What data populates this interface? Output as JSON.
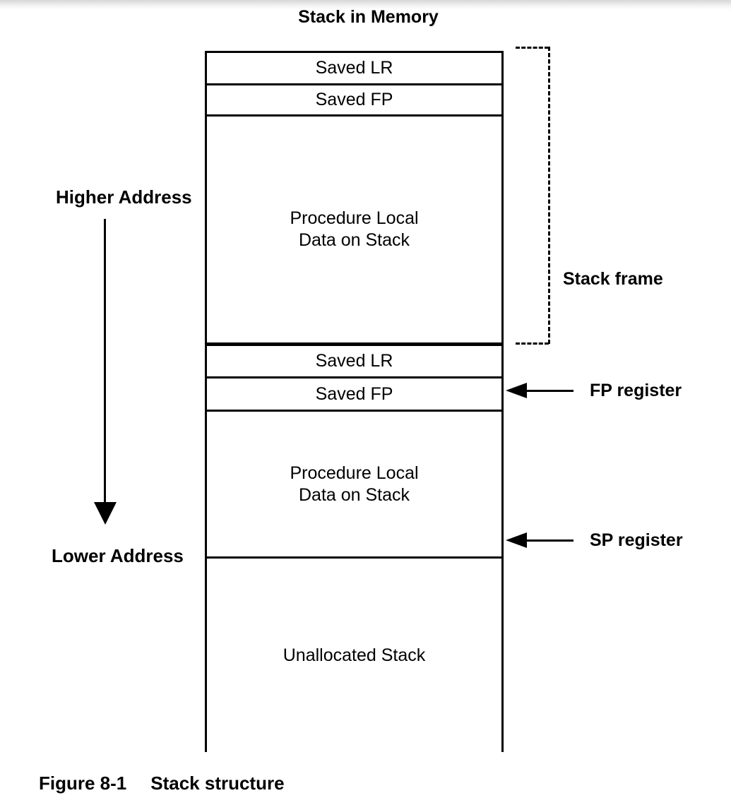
{
  "title": "Stack in Memory",
  "stack": {
    "rows": [
      {
        "label": "Saved LR"
      },
      {
        "label": "Saved FP"
      },
      {
        "label": "Procedure Local\nData on Stack"
      },
      {
        "label": "Saved LR"
      },
      {
        "label": "Saved FP"
      },
      {
        "label": "Procedure Local\nData on Stack"
      },
      {
        "label": "Unallocated Stack"
      }
    ]
  },
  "side_labels": {
    "higher_address": "Higher Address",
    "lower_address": "Lower Address",
    "stack_frame": "Stack frame",
    "fp_register": "FP register",
    "sp_register": "SP register"
  },
  "caption": {
    "figure_label": "Figure 8-1",
    "figure_title": "Stack structure"
  },
  "colors": {
    "line": "#000000",
    "background": "#ffffff",
    "page_edge_shadow": "#d7d7d7"
  }
}
